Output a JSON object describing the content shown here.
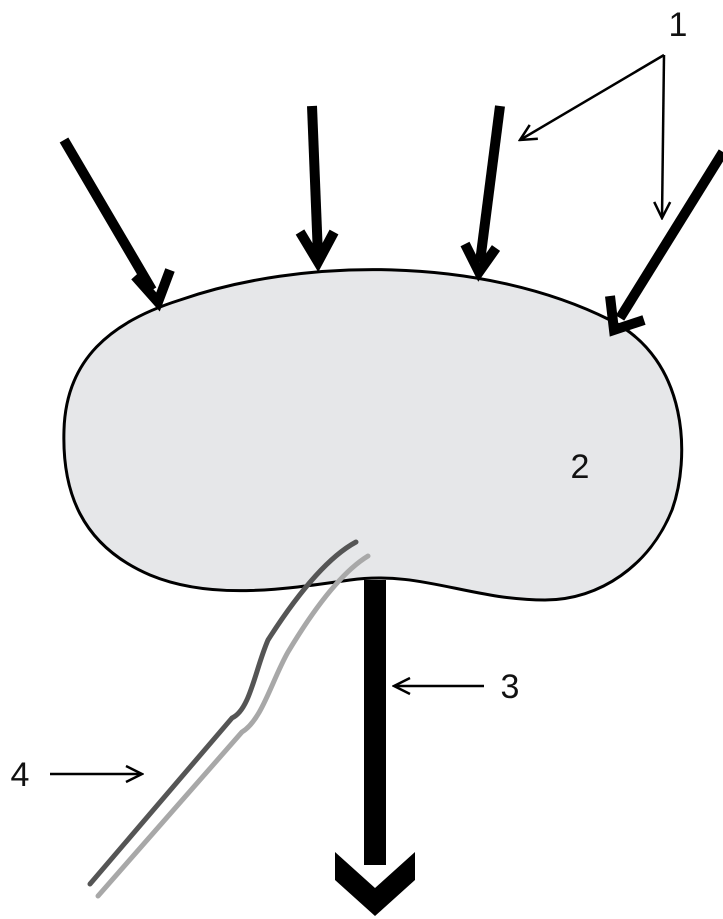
{
  "labels": {
    "incoming_arrows": "1",
    "body": "2",
    "outflow_arrow": "3",
    "tube": "4"
  },
  "colors": {
    "body_fill": "#e6e7e9",
    "outline": "#000000",
    "tube_dark": "#555555",
    "tube_light": "#a8a8a8",
    "background": "#ffffff"
  }
}
